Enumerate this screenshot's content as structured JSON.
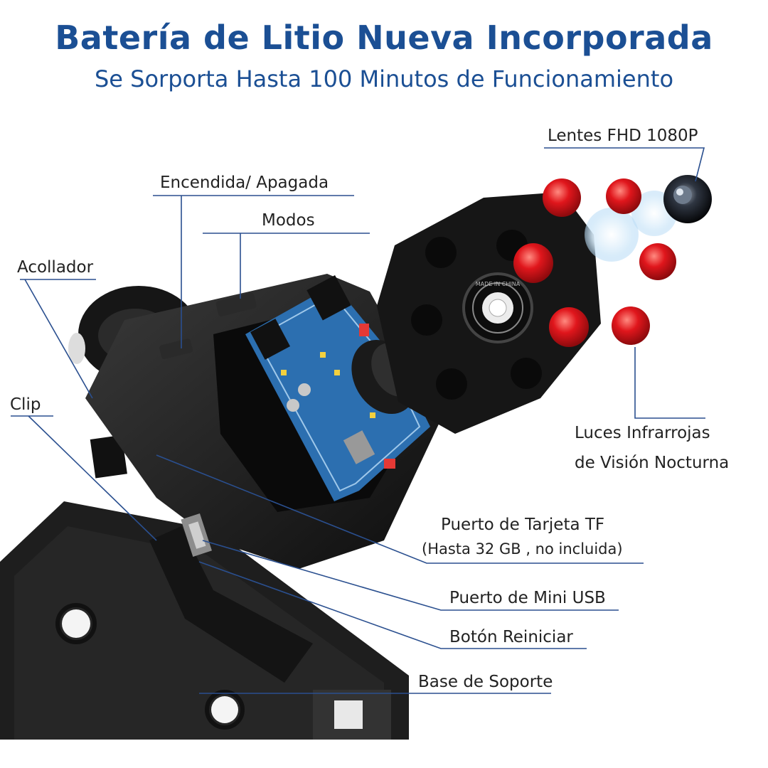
{
  "header": {
    "title": "Batería de Litio Nueva Incorporada",
    "subtitle": "Se Sorporta Hasta 100 Minutos de Funcionamiento"
  },
  "labels": {
    "lens": "Lentes FHD 1080P",
    "power": "Encendida/ Apagada",
    "modes": "Modos",
    "hook": "Acollador",
    "clip": "Clip",
    "ir_line1": "Luces Infrarrojas",
    "ir_line2": "de Visión Nocturna",
    "tf_port": "Puerto de Tarjeta TF",
    "tf_note": "(Hasta 32 GB , no incluida)",
    "usb": "Puerto de Mini USB",
    "reset": "Botón Reiniciar",
    "base": "Base de Soporte"
  },
  "lens_ring_text": "MADE IN CHINA",
  "colors": {
    "title": "#1b4f94",
    "leader_line": "#2a4f8f",
    "body": "#1c1c1c",
    "pcb": "#2c6fb0",
    "ir_led": "#d8141a"
  }
}
